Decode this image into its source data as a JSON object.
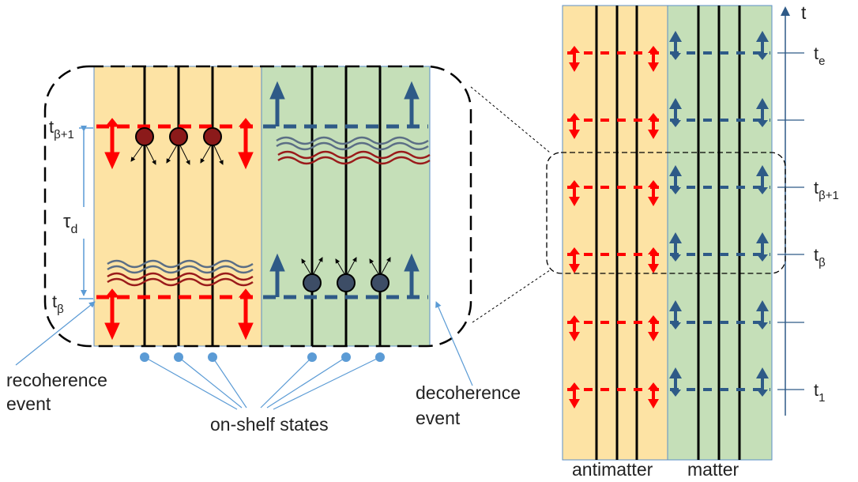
{
  "colors": {
    "antimatter_bg": "#fde3a4",
    "matter_bg": "#c5dfb8",
    "panel_border": "#5b8fc7",
    "red": "#ff0000",
    "blue": "#2e5a87",
    "dark_red_ball": "#8b1a1a",
    "dark_blue_ball": "#3d4d66",
    "wave_gray": "#5b6e85",
    "wave_red": "#9a1b1b",
    "pointer": "#5b9bd5",
    "dot": "#5b9bd5"
  },
  "left_panel": {
    "time_top_main": "t",
    "time_top_sub": "β+1",
    "time_bottom_main": "t",
    "time_bottom_sub": "β",
    "tau_main": "τ",
    "tau_sub": "d"
  },
  "labels": {
    "recoherence_line1": "recoherence",
    "recoherence_line2": "event",
    "decoherence_line1": "decoherence",
    "decoherence_line2": "event",
    "on_shelf": "on-shelf states",
    "antimatter": "antimatter",
    "matter": "matter"
  },
  "right_panel": {
    "axis_label": "t",
    "ticks": [
      {
        "main": "t",
        "sub": "e"
      },
      {
        "main": "",
        "sub": ""
      },
      {
        "main": "t",
        "sub": "β+1"
      },
      {
        "main": "t",
        "sub": "β"
      },
      {
        "main": "",
        "sub": ""
      },
      {
        "main": "t",
        "sub": "1"
      }
    ]
  }
}
